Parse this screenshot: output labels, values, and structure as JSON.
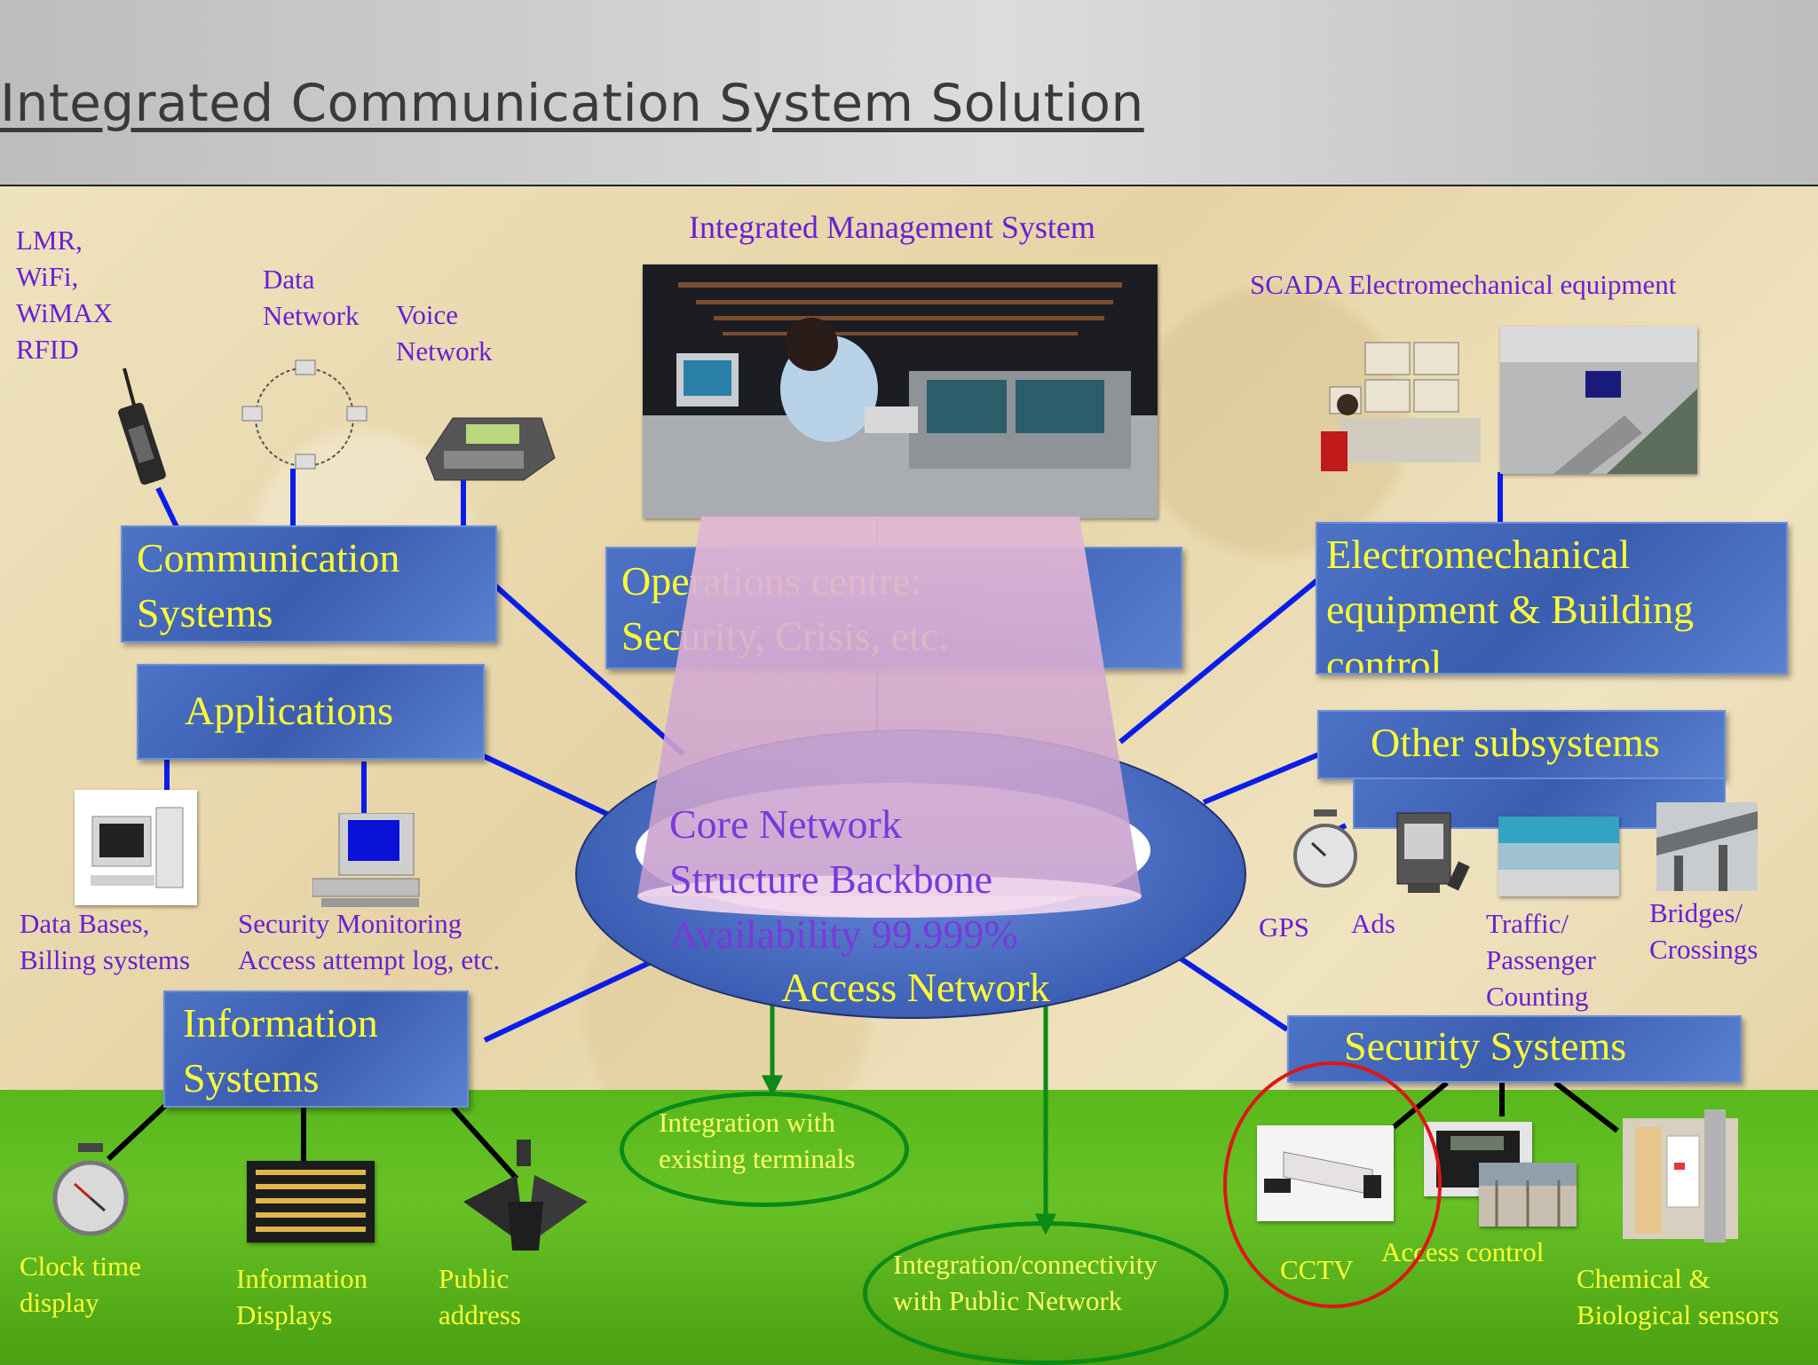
{
  "title": "Integrated Communication System Solution",
  "top": {
    "ims_label": "Integrated Management System",
    "scada_label": "SCADA  Electromechanical equipment",
    "radio_label": [
      "LMR,",
      "WiFi,",
      "WiMAX",
      "RFID"
    ],
    "data_network_label": [
      "Data",
      "Network"
    ],
    "voice_network_label": [
      "Voice",
      "Network"
    ]
  },
  "boxes": {
    "communication": [
      "Communication",
      "Systems"
    ],
    "applications": "Applications",
    "operations": [
      "Operations centre:",
      "Security, Crisis, etc."
    ],
    "electromechanical": [
      "Electromechanical",
      "equipment & Building",
      "control"
    ],
    "other": "Other subsystems",
    "information": [
      "Information",
      "Systems"
    ],
    "security": "Security Systems"
  },
  "core": {
    "lines": [
      "Core Network",
      "Structure Backbone",
      "Availability 99.999%"
    ],
    "access": "Access Network"
  },
  "labels": {
    "databases": [
      "Data Bases,",
      "Billing systems"
    ],
    "security_monitoring": [
      "Security Monitoring",
      "Access attempt log, etc."
    ],
    "gps": "GPS",
    "ads": "Ads",
    "traffic": [
      "Traffic/",
      "Passenger",
      "Counting"
    ],
    "bridges": [
      "Bridges/",
      "Crossings"
    ],
    "clock": [
      "Clock time",
      "display"
    ],
    "info_displays": [
      "Information",
      "Displays"
    ],
    "public_address": [
      "Public",
      "address"
    ],
    "cctv": "CCTV",
    "access_control": "Access control",
    "sensors": [
      "Chemical &",
      "Biological sensors"
    ]
  },
  "ovals": {
    "existing": [
      "Integration with",
      "existing terminals"
    ],
    "public": [
      "Integration/connectivity",
      "with Public Network"
    ]
  },
  "colors": {
    "box_fill": "#3b5db0",
    "box_text": "#ffff33",
    "label_text": "#6a1ed6",
    "connector": "#0a1de8",
    "grass": "#58b81c",
    "highlight": "#e01515"
  }
}
